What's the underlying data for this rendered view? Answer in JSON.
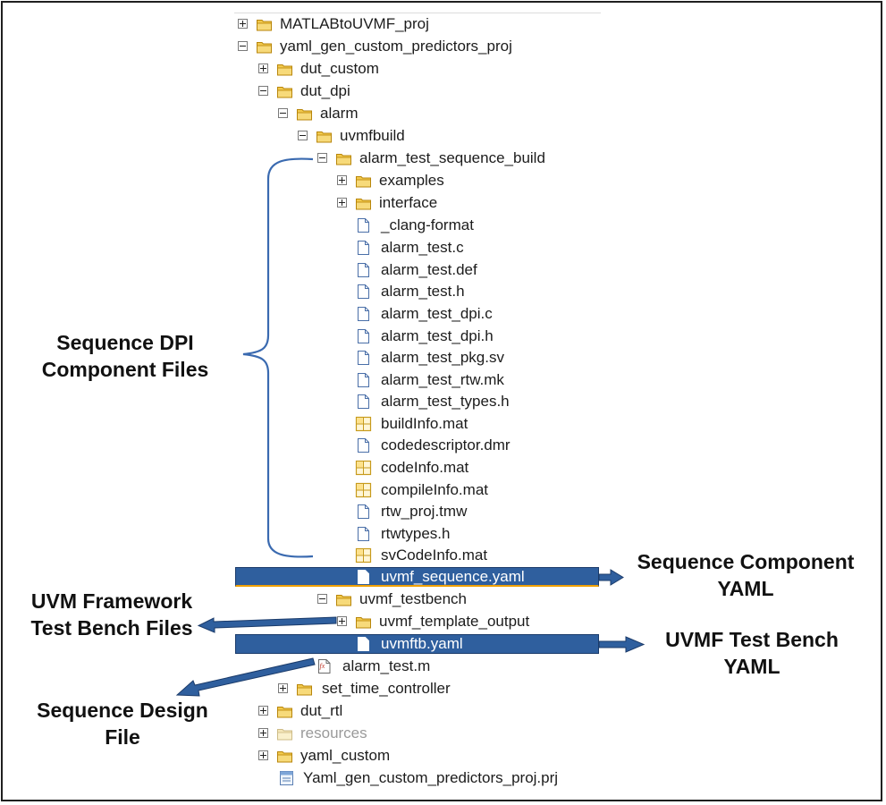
{
  "tree": [
    {
      "label": "MATLABtoUVMF_proj",
      "icon": "folder-icon",
      "expander": "plus"
    },
    {
      "label": "yaml_gen_custom_predictors_proj",
      "icon": "folder-icon",
      "expander": "minus"
    },
    {
      "label": "dut_custom",
      "icon": "folder-icon",
      "expander": "plus"
    },
    {
      "label": "dut_dpi",
      "icon": "folder-icon",
      "expander": "minus"
    },
    {
      "label": "alarm",
      "icon": "folder-icon",
      "expander": "minus"
    },
    {
      "label": "uvmfbuild",
      "icon": "folder-icon",
      "expander": "minus"
    },
    {
      "label": "alarm_test_sequence_build",
      "icon": "folder-icon",
      "expander": "minus"
    },
    {
      "label": "examples",
      "icon": "folder-icon",
      "expander": "plus"
    },
    {
      "label": "interface",
      "icon": "folder-icon",
      "expander": "plus"
    },
    {
      "label": "_clang-format",
      "icon": "file-icon"
    },
    {
      "label": "alarm_test.c",
      "icon": "file-icon"
    },
    {
      "label": "alarm_test.def",
      "icon": "file-icon"
    },
    {
      "label": "alarm_test.h",
      "icon": "file-icon"
    },
    {
      "label": "alarm_test_dpi.c",
      "icon": "file-icon"
    },
    {
      "label": "alarm_test_dpi.h",
      "icon": "file-icon"
    },
    {
      "label": "alarm_test_pkg.sv",
      "icon": "file-icon"
    },
    {
      "label": "alarm_test_rtw.mk",
      "icon": "file-icon"
    },
    {
      "label": "alarm_test_types.h",
      "icon": "file-icon"
    },
    {
      "label": "buildInfo.mat",
      "icon": "mat-file-icon"
    },
    {
      "label": "codedescriptor.dmr",
      "icon": "file-icon"
    },
    {
      "label": "codeInfo.mat",
      "icon": "mat-file-icon"
    },
    {
      "label": "compileInfo.mat",
      "icon": "mat-file-icon"
    },
    {
      "label": "rtw_proj.tmw",
      "icon": "file-icon"
    },
    {
      "label": "rtwtypes.h",
      "icon": "file-icon"
    },
    {
      "label": "svCodeInfo.mat",
      "icon": "mat-file-icon"
    },
    {
      "label": "uvmf_sequence.yaml",
      "icon": "file-icon",
      "selected": true
    },
    {
      "label": "uvmf_testbench",
      "icon": "folder-icon",
      "expander": "minus"
    },
    {
      "label": "uvmf_template_output",
      "icon": "folder-icon",
      "expander": "plus"
    },
    {
      "label": "uvmftb.yaml",
      "icon": "file-icon",
      "selected": true
    },
    {
      "label": "alarm_test.m",
      "icon": "matlab-script-icon"
    },
    {
      "label": "set_time_controller",
      "icon": "folder-icon",
      "expander": "plus"
    },
    {
      "label": "dut_rtl",
      "icon": "folder-icon",
      "expander": "plus"
    },
    {
      "label": "resources",
      "icon": "folder-icon",
      "expander": "plus",
      "dimmed": true
    },
    {
      "label": "yaml_custom",
      "icon": "folder-icon",
      "expander": "plus"
    },
    {
      "label": "Yaml_gen_custom_predictors_proj.prj",
      "icon": "project-file-icon"
    }
  ],
  "callouts": {
    "sequence_dpi": [
      "Sequence DPI",
      "Component Files"
    ],
    "sequence_component_yaml": [
      "Sequence Component",
      "YAML"
    ],
    "uvm_framework": [
      "UVM Framework",
      "Test Bench Files"
    ],
    "uvmf_test_bench_yaml": [
      "UVMF Test Bench",
      "YAML"
    ],
    "sequence_design": [
      "Sequence Design",
      "File"
    ]
  },
  "colors": {
    "selection": "#2f5f9e",
    "arrow": "#2f5f9e",
    "folder": "#f2c94c",
    "brace": "#3a6ab0"
  }
}
